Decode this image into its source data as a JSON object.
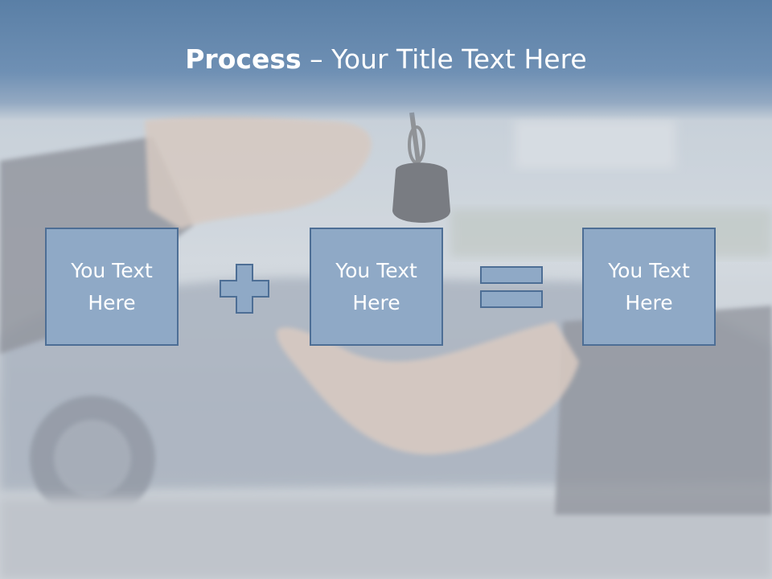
{
  "title": {
    "bold": "Process",
    "rest": " – Your Title Text Here"
  },
  "boxes": [
    {
      "text": "You Text Here"
    },
    {
      "text": "You Text Here"
    },
    {
      "text": "You Text Here"
    }
  ],
  "operators": {
    "first": "plus-icon",
    "second": "equals-icon"
  },
  "colors": {
    "title_band": "#5a7fa6",
    "box_fill": "#8fa9c6",
    "box_border": "#4d6e95",
    "text": "#ffffff"
  }
}
